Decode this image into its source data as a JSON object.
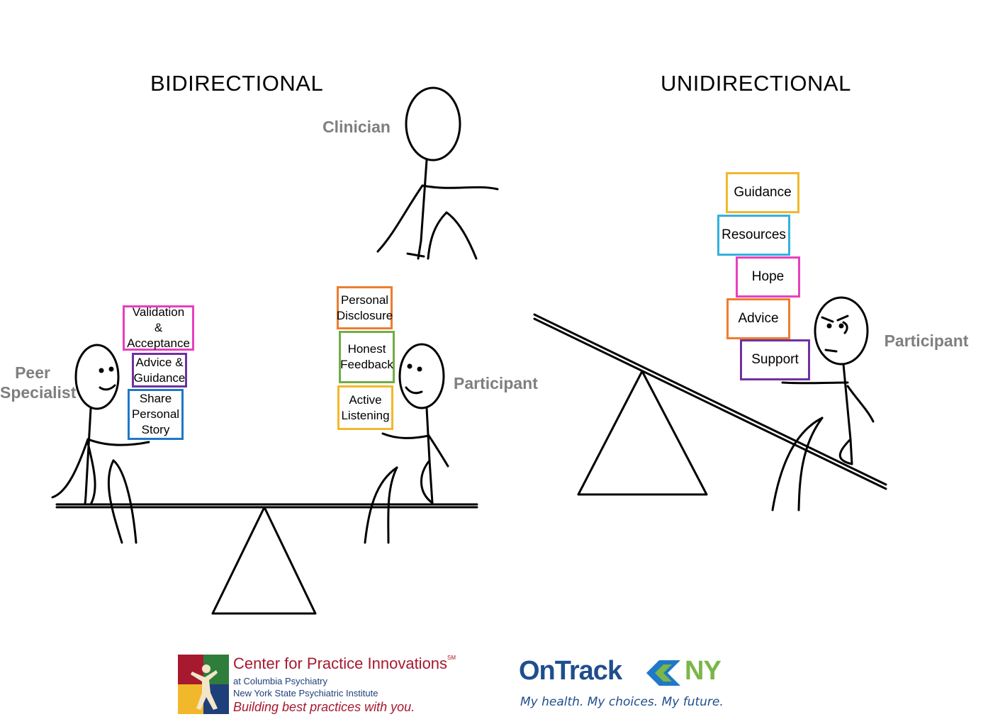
{
  "titles": {
    "left": "BIDIRECTIONAL",
    "right": "UNIDIRECTIONAL"
  },
  "roles": {
    "clinician": "Clinician",
    "peer_specialist": "Peer\nSpecialist",
    "participant_left": "Participant",
    "participant_right": "Participant"
  },
  "peer_boxes": [
    {
      "label": "Validation &\nAcceptance",
      "color": "#e83fbe"
    },
    {
      "label": "Advice &\nGuidance",
      "color": "#7030a0"
    },
    {
      "label": "Share\nPersonal\nStory",
      "color": "#1f78c8"
    }
  ],
  "participant_boxes": [
    {
      "label": "Personal\nDisclosure",
      "color": "#ed7d31"
    },
    {
      "label": "Honest\nFeedback",
      "color": "#70ad47"
    },
    {
      "label": "Active\nListening",
      "color": "#f2b82c"
    }
  ],
  "uni_boxes": [
    {
      "label": "Guidance",
      "color": "#f2b82c"
    },
    {
      "label": "Resources",
      "color": "#33b0e0"
    },
    {
      "label": "Hope",
      "color": "#e83fbe"
    },
    {
      "label": "Advice",
      "color": "#ed7d31"
    },
    {
      "label": "Support",
      "color": "#7030a0"
    }
  ],
  "logos": {
    "cpi": {
      "name": "Center for Practice Innovations",
      "sm": "SM",
      "line1": "at Columbia Psychiatry",
      "line2": "New York State Psychiatric Institute",
      "tagline": "Building best practices with you."
    },
    "ontrack": {
      "word1": "OnTrack",
      "word2": "NY",
      "tagline": "My health. My choices. My future."
    }
  },
  "colors": {
    "role_text": "#7f7f7f",
    "cpi_red": "#a6192e",
    "cpi_blue": "#1f3f7a",
    "ontrack_blue": "#1f4e8c",
    "ontrack_green": "#7ab648"
  }
}
